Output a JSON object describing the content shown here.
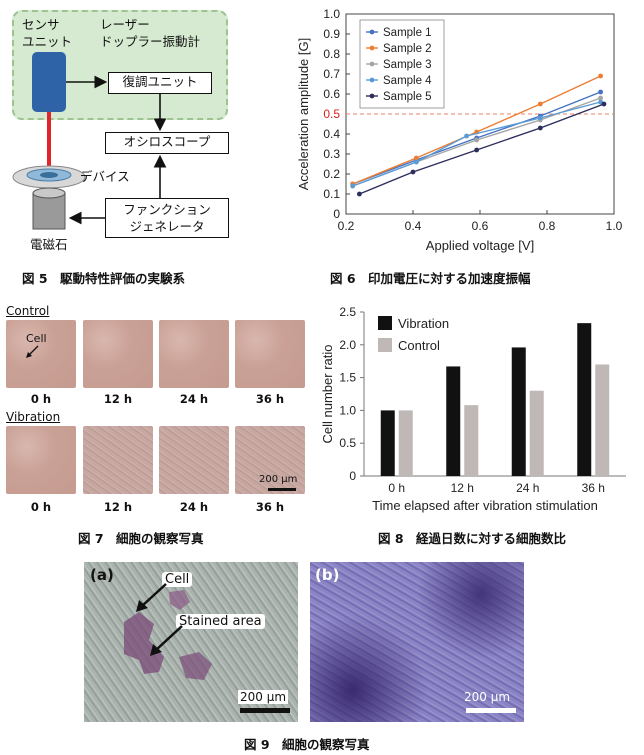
{
  "fig5": {
    "green_box_left": "センサ\nユニット",
    "green_box_right": "レーザー\nドップラー振動計",
    "demod": "復調ユニット",
    "oscillo": "オシロスコープ",
    "device": "デバイス",
    "funcgen": "ファンクション\nジェネレータ",
    "magnet": "電磁石",
    "caption": "図 5　駆動特性評価の実験系",
    "colors": {
      "green_fill": "#d5ead0",
      "green_border": "#9cc390",
      "sensor": "#2f63a8",
      "laser": "#e0262a"
    }
  },
  "fig6": {
    "caption": "図 6　印加電圧に対する加速度振幅"
  },
  "fig7": {
    "control_label": "Control",
    "vibration_label": "Vibration",
    "cell_annotation": "Cell",
    "times": [
      "0 h",
      "12 h",
      "24 h",
      "36 h"
    ],
    "scale": "200 μm",
    "caption": "図 7　細胞の観察写真"
  },
  "fig8": {
    "caption": "図 8　経過日数に対する細胞数比"
  },
  "fig9": {
    "panel_a": "(a)",
    "panel_b": "(b)",
    "cell_label": "Cell",
    "stained_label": "Stained area",
    "scale": "200 μm",
    "caption": "図 9　細胞の観察写真"
  },
  "chart_data": [
    {
      "type": "line",
      "xlabel": "Applied voltage [V]",
      "ylabel": "Acceleration amplitude [G]",
      "xlim": [
        0.2,
        1.0
      ],
      "ylim": [
        0,
        1.0
      ],
      "xticks": [
        "0.2",
        "0.4",
        "0.6",
        "0.8",
        "1.0"
      ],
      "yticks": [
        "0",
        "0.1",
        "0.2",
        "0.3",
        "0.4",
        "0.5",
        "0.6",
        "0.7",
        "0.8",
        "0.9",
        "1.0"
      ],
      "reference_line": {
        "y": 0.5,
        "color": "#e8806a",
        "label_color": "#d62020"
      },
      "legend_placement": "top-left",
      "series": [
        {
          "name": "Sample 1",
          "color": "#4472c4",
          "x": [
            0.22,
            0.41,
            0.59,
            0.78,
            0.96
          ],
          "y": [
            0.15,
            0.27,
            0.38,
            0.49,
            0.61
          ]
        },
        {
          "name": "Sample 2",
          "color": "#ed7d31",
          "x": [
            0.22,
            0.41,
            0.59,
            0.78,
            0.96
          ],
          "y": [
            0.15,
            0.28,
            0.41,
            0.55,
            0.69
          ]
        },
        {
          "name": "Sample 3",
          "color": "#a5a5a5",
          "x": [
            0.22,
            0.41,
            0.59,
            0.78,
            0.96
          ],
          "y": [
            0.14,
            0.26,
            0.37,
            0.47,
            0.58
          ]
        },
        {
          "name": "Sample 4",
          "color": "#5b9bd5",
          "x": [
            0.22,
            0.41,
            0.56,
            0.78,
            0.96
          ],
          "y": [
            0.14,
            0.26,
            0.39,
            0.48,
            0.56
          ]
        },
        {
          "name": "Sample 5",
          "color": "#2e2e5e",
          "x": [
            0.24,
            0.4,
            0.59,
            0.78,
            0.97
          ],
          "y": [
            0.1,
            0.21,
            0.32,
            0.43,
            0.55
          ]
        }
      ]
    },
    {
      "type": "bar",
      "xlabel": "Time elapsed after vibration stimulation",
      "ylabel": "Cell number ratio",
      "categories": [
        "0 h",
        "12 h",
        "24 h",
        "36 h"
      ],
      "ylim": [
        0,
        2.5
      ],
      "yticks": [
        "0",
        "0.5",
        "1.0",
        "1.5",
        "2.0",
        "2.5"
      ],
      "legend_placement": "top-left",
      "series": [
        {
          "name": "Vibration",
          "color": "#111111",
          "values": [
            1.0,
            1.67,
            1.96,
            2.33
          ]
        },
        {
          "name": "Control",
          "color": "#bfb8b6",
          "values": [
            1.0,
            1.08,
            1.3,
            1.7
          ]
        }
      ]
    }
  ]
}
